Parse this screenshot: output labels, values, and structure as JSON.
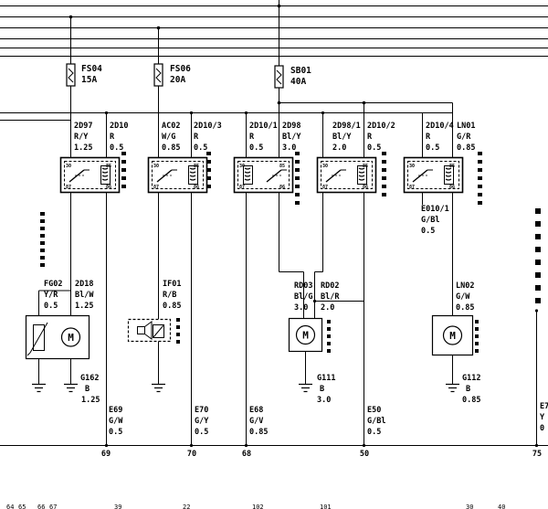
{
  "fuses": [
    {
      "id": "FS04",
      "rating": "15A"
    },
    {
      "id": "FS06",
      "rating": "20A"
    },
    {
      "id": "SB01",
      "rating": "40A"
    }
  ],
  "relay_pins": [
    {
      "code": "2D97",
      "color": "R/Y",
      "size": "1.25"
    },
    {
      "code": "2D10",
      "color": "R",
      "size": "0.5"
    },
    {
      "code": "AC02",
      "color": "W/G",
      "size": "0.85"
    },
    {
      "code": "2D10/3",
      "color": "R",
      "size": "0.5"
    },
    {
      "code": "2D10/1",
      "color": "R",
      "size": "0.5"
    },
    {
      "code": "2D98",
      "color": "Bl/Y",
      "size": "3.0"
    },
    {
      "code": "2D98/1",
      "color": "Bl/Y",
      "size": "2.0"
    },
    {
      "code": "2D10/2",
      "color": "R",
      "size": "0.5"
    },
    {
      "code": "2D10/4",
      "color": "R",
      "size": "0.5"
    },
    {
      "code": "LN01",
      "color": "G/R",
      "size": "0.85"
    }
  ],
  "middle_wires": [
    {
      "code": "FG02",
      "color": "Y/R",
      "size": "0.5"
    },
    {
      "code": "2D18",
      "color": "Bl/W",
      "size": "1.25"
    },
    {
      "code": "IF01",
      "color": "R/B",
      "size": "0.85"
    },
    {
      "code": "RD03",
      "color": "Bl/G",
      "size": "3.0"
    },
    {
      "code": "RD02",
      "color": "Bl/R",
      "size": "2.0"
    },
    {
      "code": "E010/1",
      "color": "G/Bl",
      "size": "0.5"
    },
    {
      "code": "LN02",
      "color": "G/W",
      "size": "0.85"
    }
  ],
  "grounds": [
    {
      "code": "G162",
      "color": "B",
      "size": "1.25"
    },
    {
      "code": "G111",
      "color": "B",
      "size": "3.0"
    },
    {
      "code": "G112",
      "color": "B",
      "size": "0.85"
    }
  ],
  "bottom_wires": [
    {
      "code": "E69",
      "color": "G/W",
      "size": "0.5"
    },
    {
      "code": "E70",
      "color": "G/Y",
      "size": "0.5"
    },
    {
      "code": "E68",
      "color": "G/V",
      "size": "0.85"
    },
    {
      "code": "E50",
      "color": "G/Bl",
      "size": "0.5"
    },
    {
      "code": "E7",
      "color": "Y",
      "size": "0"
    }
  ],
  "bus_numbers": [
    "69",
    "70",
    "68",
    "50",
    "75"
  ],
  "lower_numbers": [
    "64",
    "65",
    "66",
    "67",
    "39",
    "22",
    "102",
    "101",
    "30",
    "40"
  ],
  "motor_symbol": "M",
  "pin_numbers": [
    "30",
    "87",
    "85",
    "86"
  ]
}
